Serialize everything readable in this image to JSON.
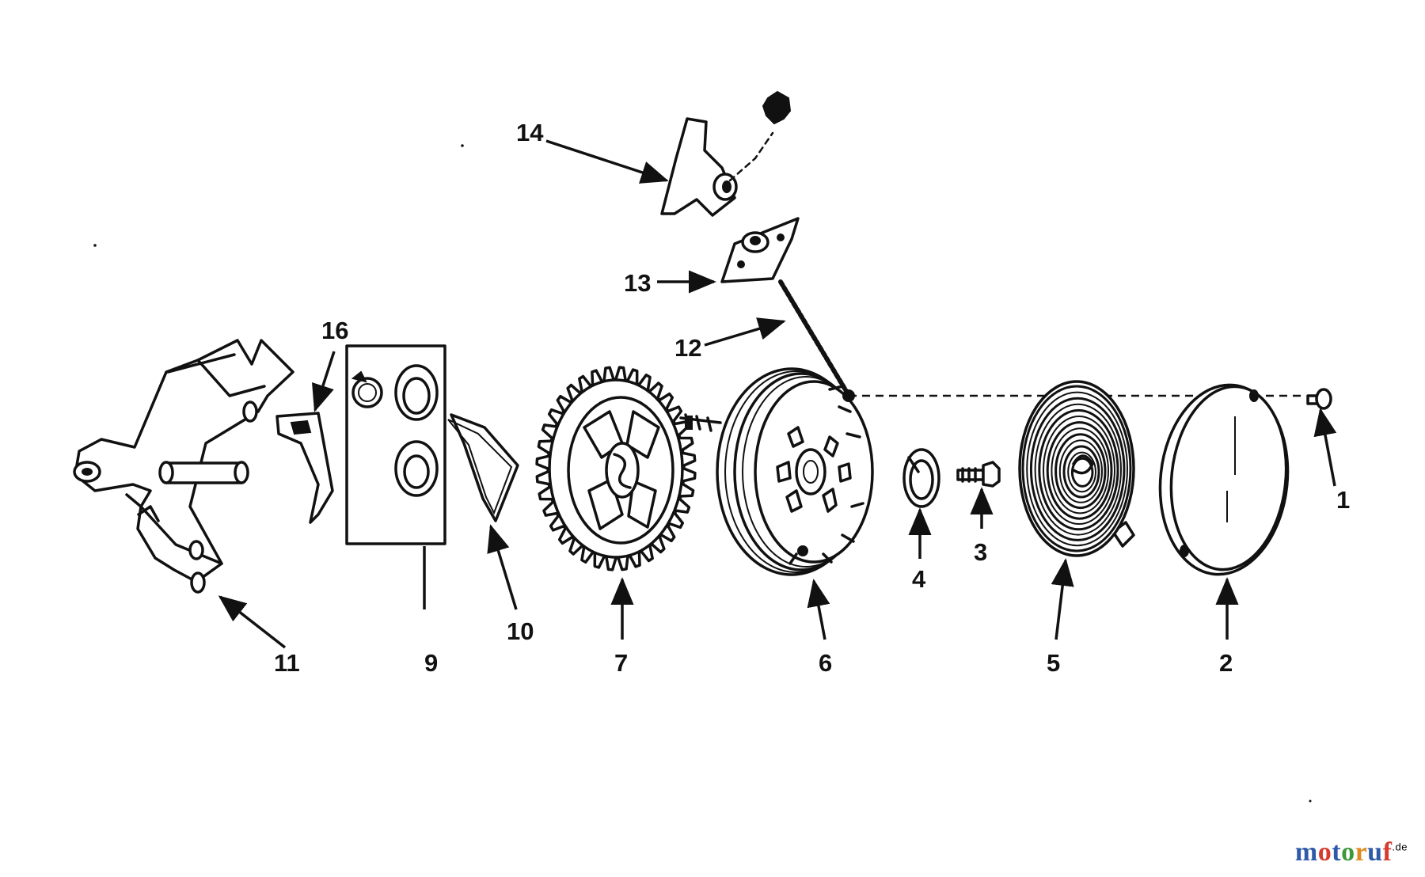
{
  "callouts": {
    "c1": "1",
    "c2": "2",
    "c3": "3",
    "c4": "4",
    "c5": "5",
    "c6": "6",
    "c7": "7",
    "c9": "9",
    "c10": "10",
    "c11": "11",
    "c12": "12",
    "c13": "13",
    "c14": "14",
    "c16": "16"
  },
  "watermark": {
    "brand": "motoruf",
    "tld": ".de"
  },
  "colors": {
    "ink": "#111111",
    "background": "#ffffff",
    "logo_blue": "#2f5aa8",
    "logo_red": "#d63b2f",
    "logo_green": "#3a9a3a",
    "logo_orange": "#e08a1e"
  }
}
